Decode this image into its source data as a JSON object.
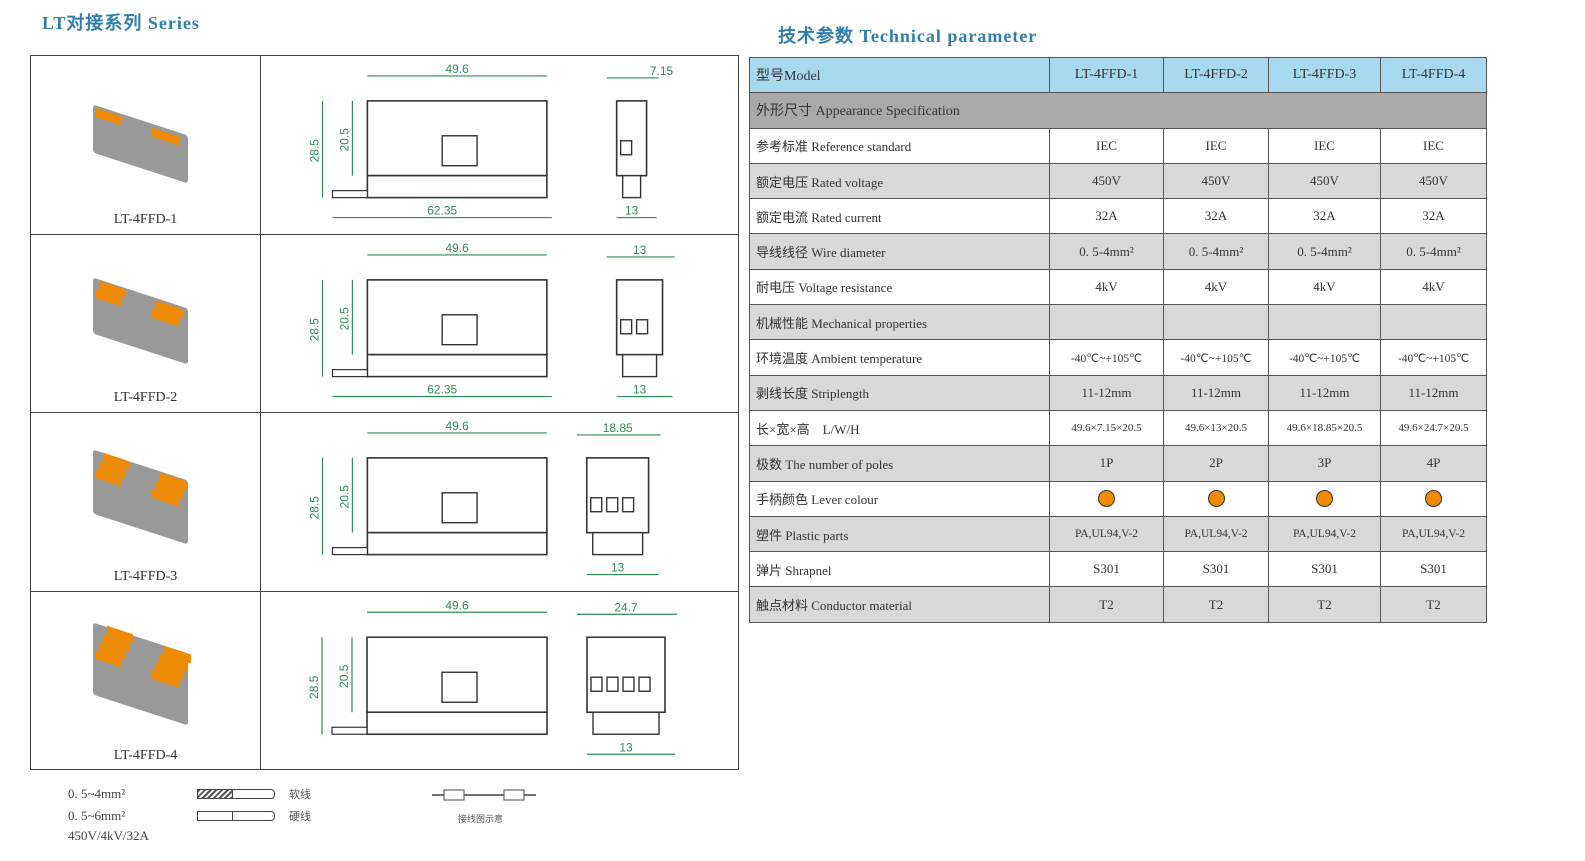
{
  "left_title": "LT对接系列 Series",
  "right_title": "技术参数 Technical parameter",
  "products": [
    {
      "name": "LT-4FFD-1",
      "poles": 1,
      "dims": {
        "length": "49.6",
        "height_total": "28.5",
        "height_body": "20.5",
        "base": "62.35",
        "width": "7.15",
        "depth": "13"
      }
    },
    {
      "name": "LT-4FFD-2",
      "poles": 2,
      "dims": {
        "length": "49.6",
        "height_total": "28.5",
        "height_body": "20.5",
        "base": "62.35",
        "width": "13",
        "depth": "13"
      }
    },
    {
      "name": "LT-4FFD-3",
      "poles": 3,
      "dims": {
        "length": "49.6",
        "height_total": "28.5",
        "height_body": "20.5",
        "width": "18.85",
        "depth": "13"
      }
    },
    {
      "name": "LT-4FFD-4",
      "poles": 4,
      "dims": {
        "length": "49.6",
        "height_total": "28.5",
        "height_body": "20.5",
        "width": "24.7",
        "depth": "13"
      }
    }
  ],
  "table": {
    "header": [
      "型号Model",
      "LT-4FFD-1",
      "LT-4FFD-2",
      "LT-4FFD-3",
      "LT-4FFD-4"
    ],
    "rows": [
      {
        "label": "外形尺寸 Appearance Specification",
        "section": true,
        "values": []
      },
      {
        "label": "参考标准 Reference standard",
        "values": [
          "IEC",
          "IEC",
          "IEC",
          "IEC"
        ]
      },
      {
        "label": "额定电压 Rated voltage",
        "values": [
          "450V",
          "450V",
          "450V",
          "450V"
        ]
      },
      {
        "label": "额定电流 Rated current",
        "values": [
          "32A",
          "32A",
          "32A",
          "32A"
        ]
      },
      {
        "label": "导线线径 Wire diameter",
        "values": [
          "0. 5-4mm²",
          "0. 5-4mm²",
          "0. 5-4mm²",
          "0. 5-4mm²"
        ]
      },
      {
        "label": "耐电压 Voltage resistance",
        "values": [
          "4kV",
          "4kV",
          "4kV",
          "4kV"
        ]
      },
      {
        "label": "机械性能 Mechanical properties",
        "values": [
          "",
          "",
          "",
          ""
        ]
      },
      {
        "label": "环境温度 Ambient temperature",
        "values": [
          "-40℃~+105℃",
          "-40℃~+105℃",
          "-40℃~+105℃",
          "-40℃~+105℃"
        ]
      },
      {
        "label": "剥线长度 Striplength",
        "values": [
          "11-12mm",
          "11-12mm",
          "11-12mm",
          "11-12mm"
        ]
      },
      {
        "label": "长×宽×高　L/W/H",
        "values": [
          "49.6×7.15×20.5",
          "49.6×13×20.5",
          "49.6×18.85×20.5",
          "49.6×24.7×20.5"
        ]
      },
      {
        "label": "极数 The number of poles",
        "values": [
          "1P",
          "2P",
          "3P",
          "4P"
        ]
      },
      {
        "label": "手柄颜色 Lever colour",
        "lever": true,
        "values": [
          "#f08a00",
          "#f08a00",
          "#f08a00",
          "#f08a00"
        ]
      },
      {
        "label": "塑件 Plastic parts",
        "values": [
          "PA,UL94,V-2",
          "PA,UL94,V-2",
          "PA,UL94,V-2",
          "PA,UL94,V-2"
        ]
      },
      {
        "label": "弹片 Shrapnel",
        "values": [
          "S301",
          "S301",
          "S301",
          "S301"
        ]
      },
      {
        "label": "触点材料 Conductor material",
        "values": [
          "T2",
          "T2",
          "T2",
          "T2"
        ]
      }
    ]
  },
  "legend": {
    "soft_range": "0. 5~4mm²",
    "hard_range": "0. 5~6mm²",
    "rating": "450V/4kV/32A",
    "soft_label": "软线",
    "hard_label": "硬线",
    "diagram_caption": "接线图示意"
  },
  "colors": {
    "title": "#2f7fae",
    "dimension": "#2e8b57",
    "lever": "#f08a00",
    "body": "#9a9a9a",
    "header_bg": "#a9d9ef"
  }
}
